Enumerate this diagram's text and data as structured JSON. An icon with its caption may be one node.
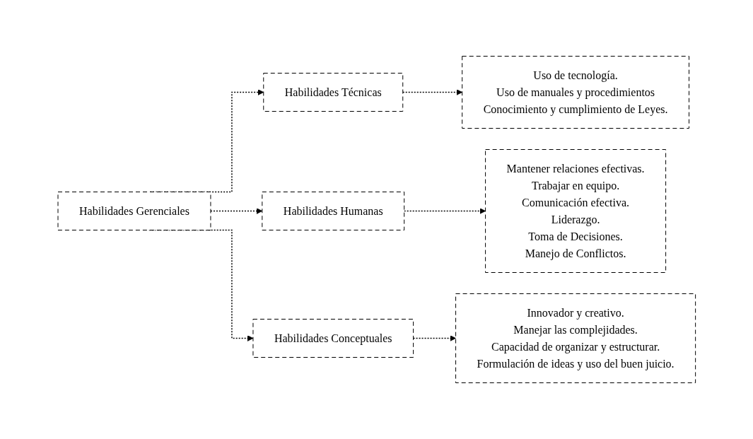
{
  "diagram": {
    "nodes": [
      {
        "text": [
          "Habilidades Gerenciales"
        ]
      },
      {
        "text": [
          "Habilidades Técnicas"
        ]
      },
      {
        "text": [
          "Habilidades Humanas"
        ]
      },
      {
        "text": [
          "Habilidades Conceptuales"
        ]
      },
      {
        "text": [
          "Uso de tecnología.",
          "Uso de manuales y procedimientos",
          "Conocimiento y cumplimiento de Leyes."
        ]
      },
      {
        "text": [
          "Mantener relaciones efectivas.",
          "Trabajar en equipo.",
          "Comunicación efectiva.",
          "Liderazgo.",
          "Toma de Decisiones.",
          "Manejo de Conflictos."
        ]
      },
      {
        "text": [
          "Innovador y creativo.",
          "Manejar las complejidades.",
          "Capacidad de organizar y estructurar.",
          "Formulación de ideas y uso del buen juicio."
        ]
      }
    ],
    "edges": [
      {
        "from": 0,
        "to": 1,
        "arrow": "to",
        "style": "dashed"
      },
      {
        "from": 0,
        "to": 2,
        "arrow": "to",
        "style": "dashed"
      },
      {
        "from": 0,
        "to": 3,
        "arrow": "to",
        "style": "dashed"
      },
      {
        "from": 1,
        "to": 4,
        "arrow": "to",
        "style": "dashed"
      },
      {
        "from": 2,
        "to": 5,
        "arrow": "to",
        "style": "dashed"
      },
      {
        "from": 3,
        "to": 6,
        "arrow": "to",
        "style": "dashed"
      }
    ]
  }
}
